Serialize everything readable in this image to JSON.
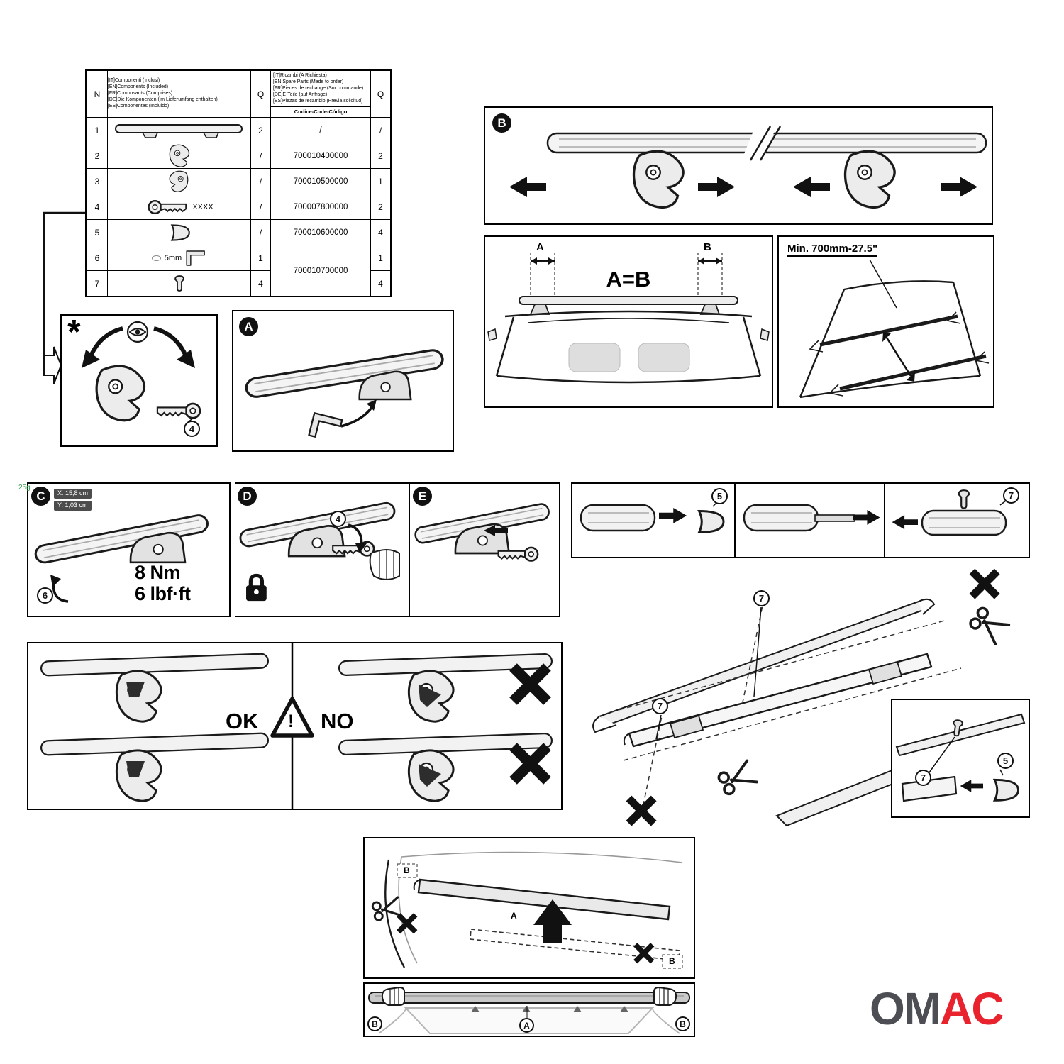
{
  "colors": {
    "accent_red": "#e8232d",
    "logo_gray": "#4d4e53",
    "green": "#3aa04d"
  },
  "side_mark": "25g",
  "logo": {
    "left": "OM",
    "right": "AC"
  },
  "panel_labels": {
    "star": "*",
    "a": "A",
    "b": "B",
    "c": "C",
    "d": "D",
    "e": "E"
  },
  "callouts": {
    "c4": "4",
    "c5": "5",
    "c6": "6",
    "c7": "7"
  },
  "parts_table": {
    "n_header": "N",
    "q_header": "Q",
    "q2_header": "Q",
    "included_header": "[IT]Componenti (Inclusi)\n[EN]Components (Included)\n[FR]Composants (Comprises)\n[DE]Die Komponenten (im Lieferumfang enthalten)\n[ES]Componentes (Incluido)",
    "spare_header": "[IT]Ricambi (A Richiesta)\n[EN]Spare Parts (Made to order)\n[FR]Pieces de rechange (Sur commande)\n[DE]E-Teile (auf Anfrage)\n[ES]Piezas de recambio (Previa solicitud)",
    "code_header": "Codice-Code-Código",
    "rows": [
      {
        "n": "1",
        "part": "cross-bar",
        "q": "2",
        "code": "/",
        "spare_q": "/"
      },
      {
        "n": "2",
        "part": "front-clamp",
        "q": "/",
        "code": "700010400000",
        "spare_q": "2"
      },
      {
        "n": "3",
        "part": "rear-clamp",
        "q": "/",
        "code": "700010500000",
        "spare_q": "1"
      },
      {
        "n": "4",
        "part": "lock-key",
        "part_label": "XXXX",
        "q": "/",
        "code": "700007800000",
        "spare_q": "2"
      },
      {
        "n": "5",
        "part": "end-cap",
        "q": "/",
        "code": "700010600000",
        "spare_q": "4"
      },
      {
        "n": "6",
        "part": "allen-key",
        "part_label": "5mm",
        "q": "1",
        "code": "700010700000",
        "spare_q": "1"
      },
      {
        "n": "7",
        "part": "fixing-pin",
        "q": "4",
        "spare_q": "4"
      }
    ]
  },
  "measure_panel": {
    "dim_left": "A",
    "dim_right": "B",
    "equation": "A=B"
  },
  "min_panel": {
    "text": "Min. 700mm-27.5\""
  },
  "torque_panel": {
    "x_badge": "X: 15,8 cm",
    "y_badge": "Y: 1,03 cm",
    "torque_nm": "8 Nm",
    "torque_lbf": "6 lbf·ft"
  },
  "ok_no_panel": {
    "ok": "OK",
    "no": "NO",
    "warning_mark": "!"
  },
  "fit_panel": {
    "label_a": "A",
    "label_b_top": "B",
    "label_b_bottom": "B"
  },
  "rear_panel": {
    "label_a": "A",
    "label_b_left": "B",
    "label_b_right": "B"
  }
}
